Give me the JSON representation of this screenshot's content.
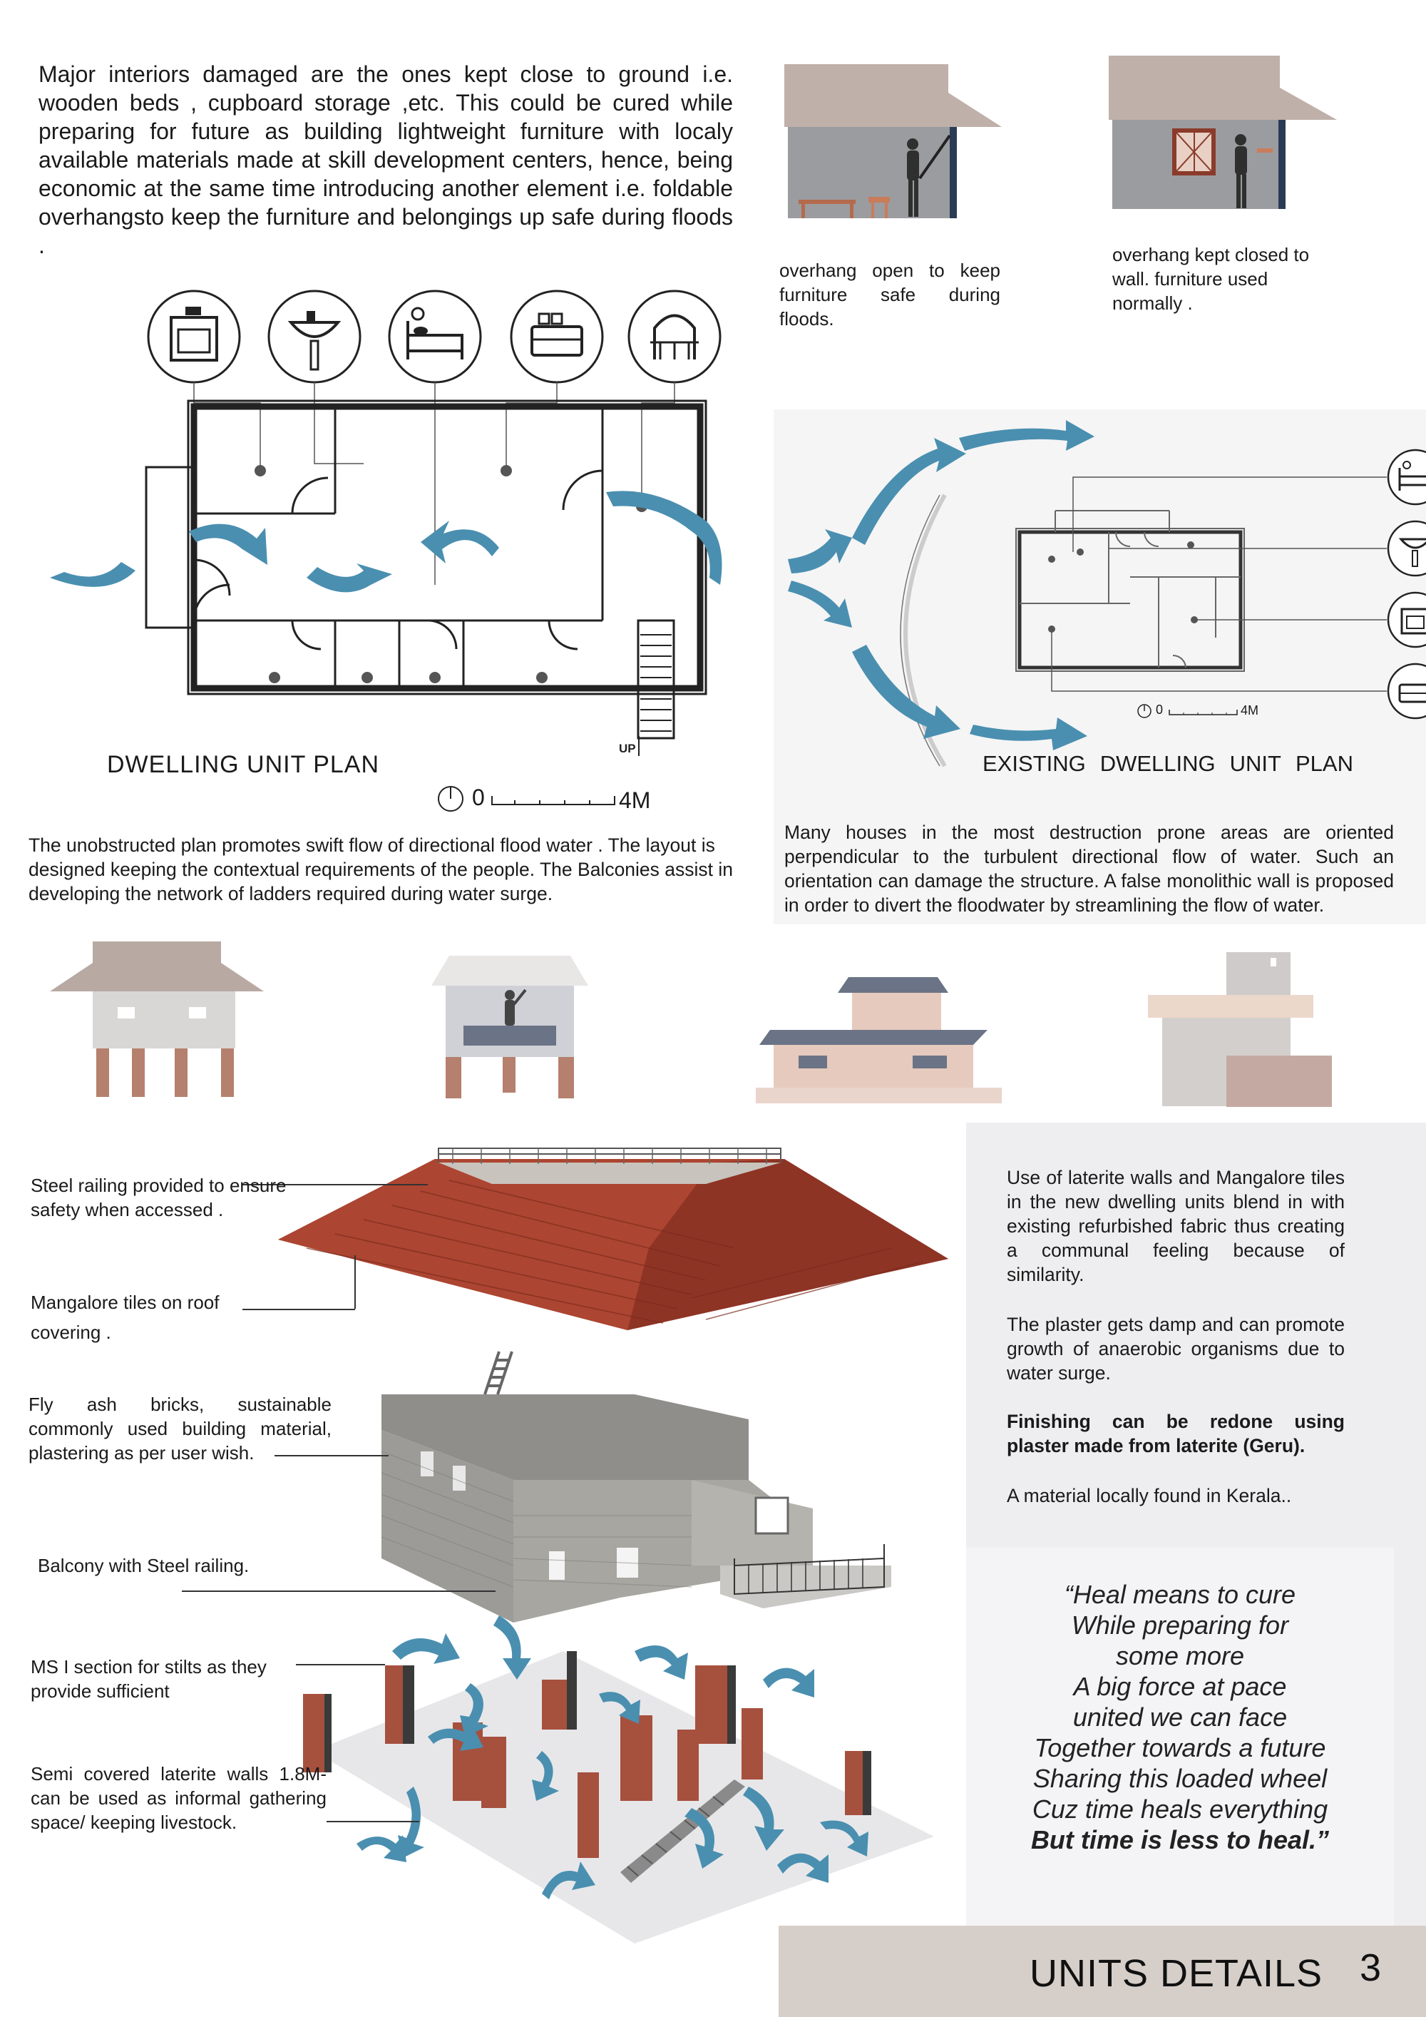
{
  "intro_text": "Major interiors  damaged are the ones kept close to ground i.e. wooden beds , cupboard storage ,etc. This could be cured while preparing for future as building lightweight furniture with localy available materials made at skill development centers, hence, being economic at the same time introducing another element i.e. foldable overhangsto keep the furniture and belongings up safe during floods  .",
  "overhang_open_caption": "overhang open to keep furniture safe during floods.",
  "overhang_closed_caption": "overhang kept closed to wall. furniture used normally .",
  "plan": {
    "title": "DWELLING UNIT PLAN",
    "up_label": "UP",
    "scale_start": "0",
    "scale_end": "4M",
    "icons": [
      "stove-icon",
      "wash-basin-icon",
      "bed-icon",
      "sofa-icon",
      "window-balcony-icon"
    ]
  },
  "existing_plan": {
    "title_words": [
      "EXISTING",
      "DWELLING",
      "UNIT",
      "PLAN"
    ],
    "scale_start": "0",
    "scale_end": "4M"
  },
  "plan_caption": "The unobstructed plan promotes swift flow of directional flood water . The layout is designed keeping the contextual requirements  of the people. The Balconies assist in developing the network of ladders required during water surge.",
  "existing_caption": "Many houses in the most destruction prone areas are oriented perpendicular to the turbulent  directional flow of water. Such an orientation can damage the structure. A false monolithic wall is proposed in order to divert the floodwater by streamlining the flow of water.",
  "labels": {
    "steel_railing": "Steel railing provided to ensure safety when accessed .",
    "mangalore_tiles": "Mangalore tiles  on roof covering .",
    "fly_ash": "Fly ash bricks, sustainable commonly used building material, plastering as per user wish.",
    "balcony": "Balcony with Steel railing.",
    "ms_section": "MS I section for stilts as they provide sufficient",
    "laterite_walls": "Semi covered laterite walls 1.8M- can be used as informal gathering space/ keeping livestock."
  },
  "material_notes": {
    "p1": "Use of laterite walls and Mangalore tiles in the new dwelling units blend in with existing refurbished fabric thus creating a communal feeling because of similarity.",
    "p2": "The plaster gets damp and can promote growth of anaerobic organisms due to water surge.",
    "p3": "Finishing can be redone using plaster made from laterite (Geru).",
    "p4": "A material locally found in Kerala.."
  },
  "quote_lines": [
    "“Heal means to cure",
    "While preparing for",
    "some more",
    "A big force at pace",
    "united we can face",
    "Together towards a future",
    "Sharing this loaded wheel",
    "Cuz time heals everything",
    "But time is less to heal.”"
  ],
  "footer": {
    "title": "UNITS DETAILS",
    "page": "3"
  },
  "colors": {
    "arrow_blue": "#4a8fb0",
    "roof_red": "#9b3a2a",
    "brick_red": "#a6503e",
    "wall_grey": "#9a9994",
    "house_taupe": "#b8a9a3",
    "house_pink": "#e6cabe",
    "footer_bg": "#d5cec9"
  }
}
